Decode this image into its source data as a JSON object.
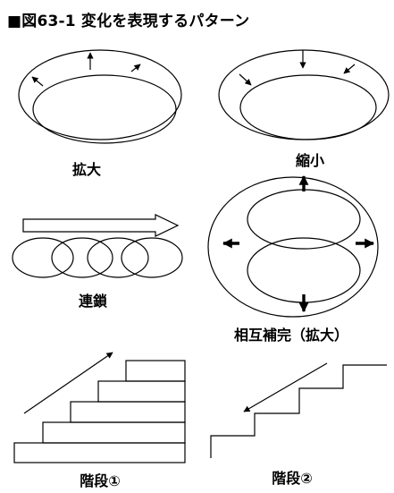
{
  "title": "■図63-1 変化を表現するパターン",
  "patterns": {
    "expand": {
      "label": "拡大"
    },
    "shrink": {
      "label": "縮小"
    },
    "chain": {
      "label": "連鎖"
    },
    "complement": {
      "label": "相互補完（拡大）"
    },
    "stairs1": {
      "label": "階段①"
    },
    "stairs2": {
      "label": "階段②"
    }
  },
  "colors": {
    "line": "#000000",
    "background": "#ffffff"
  }
}
